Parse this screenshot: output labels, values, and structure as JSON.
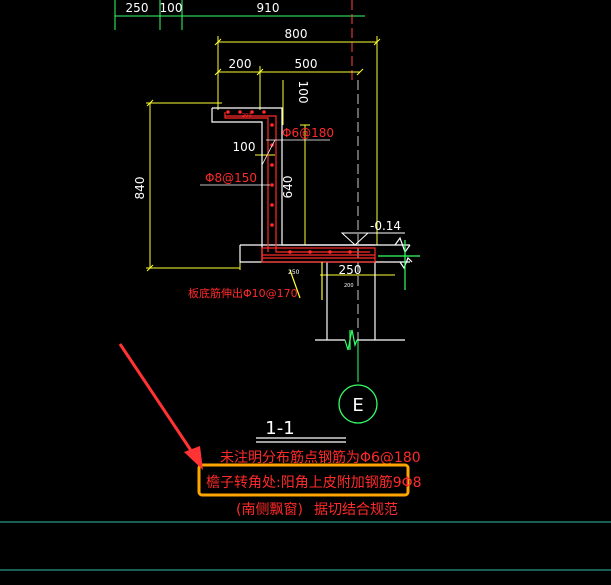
{
  "colors": {
    "background": "#000000",
    "dimension": "#ffff33",
    "structure": "#ffffff",
    "rebar": "#ff2a2a",
    "axis": "#00cc55",
    "highlight": "#ffa500",
    "arrow": "#ff3333",
    "baseline": "#2fbfa6"
  },
  "top_dims": {
    "d1": "250",
    "d2": "100",
    "d3": "910"
  },
  "dims": {
    "overall_width": "800",
    "left_width": "200",
    "right_width": "500",
    "top_thickness": "100",
    "wall_thickness": "100",
    "wall_height": "640",
    "total_height": "840",
    "slab_width": "250",
    "elevation": "-0.14"
  },
  "rebar_labels": {
    "stirrup_top": "Φ6@180",
    "wall_bars": "Φ8@150",
    "slab_bars": "板底筋伸出Φ10@170",
    "small_top": "200",
    "small_mid": "250",
    "small_bot": "200"
  },
  "axis_label": "E",
  "section_title": "1-1",
  "notes": {
    "line1": "未注明分布筋点钢筋为Φ6@180",
    "line2": "檐子转角处:阳角上皮附加钢筋9Φ8",
    "line3_left": "(南侧飘窗)",
    "line3_right": "据切结合规范"
  }
}
